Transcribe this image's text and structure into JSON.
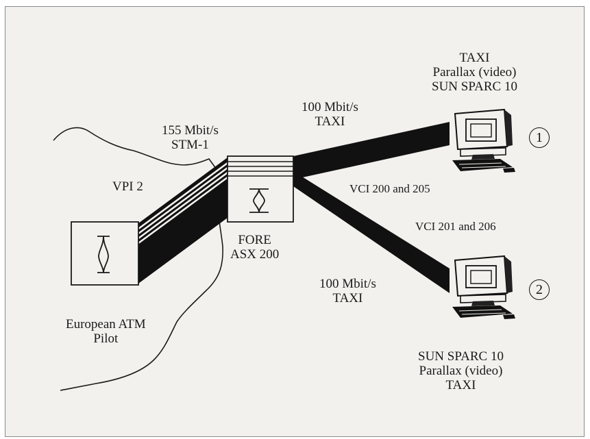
{
  "labels": {
    "link_155": [
      "155 Mbit/s",
      "STM-1"
    ],
    "vpi": "VPI 2",
    "fore": [
      "FORE",
      "ASX 200"
    ],
    "pilot": [
      "European ATM",
      "Pilot"
    ],
    "taxi_top": [
      "100 Mbit/s",
      "TAXI"
    ],
    "taxi_bottom": [
      "100 Mbit/s",
      "TAXI"
    ],
    "vci_top": "VCI 200 and 205",
    "vci_bottom": "VCI 201 and 206",
    "ws1": [
      "TAXI",
      "Parallax (video)",
      "SUN SPARC 10"
    ],
    "ws2": [
      "SUN SPARC 10",
      "Parallax (video)",
      "TAXI"
    ]
  },
  "markers": {
    "ws1": "1",
    "ws2": "2"
  }
}
